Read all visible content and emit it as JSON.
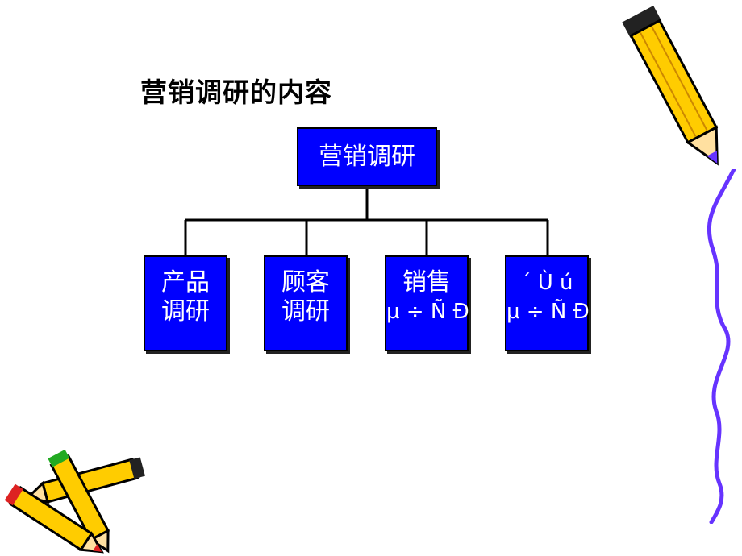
{
  "slide": {
    "title": "营销调研的内容"
  },
  "org_chart": {
    "root": {
      "label": "营销调研"
    },
    "children": [
      {
        "line1": "产品",
        "line2": "调研"
      },
      {
        "line1": "顾客",
        "line2": "调研"
      },
      {
        "line1": "销售",
        "line2": "µ ÷ Ñ Ð"
      },
      {
        "line1": "´ Ù ú",
        "line2": "µ ÷ Ñ Ð"
      }
    ]
  },
  "colors": {
    "box_fill": "#0000ff",
    "box_text": "#ffffff",
    "wavy_line": "#6633ff",
    "pencil_body": "#ffcc00"
  },
  "decorations": {
    "top_right": "pencil-icon",
    "bottom_left": "crossed-pencils-icon",
    "right_edge": "wavy-line"
  }
}
